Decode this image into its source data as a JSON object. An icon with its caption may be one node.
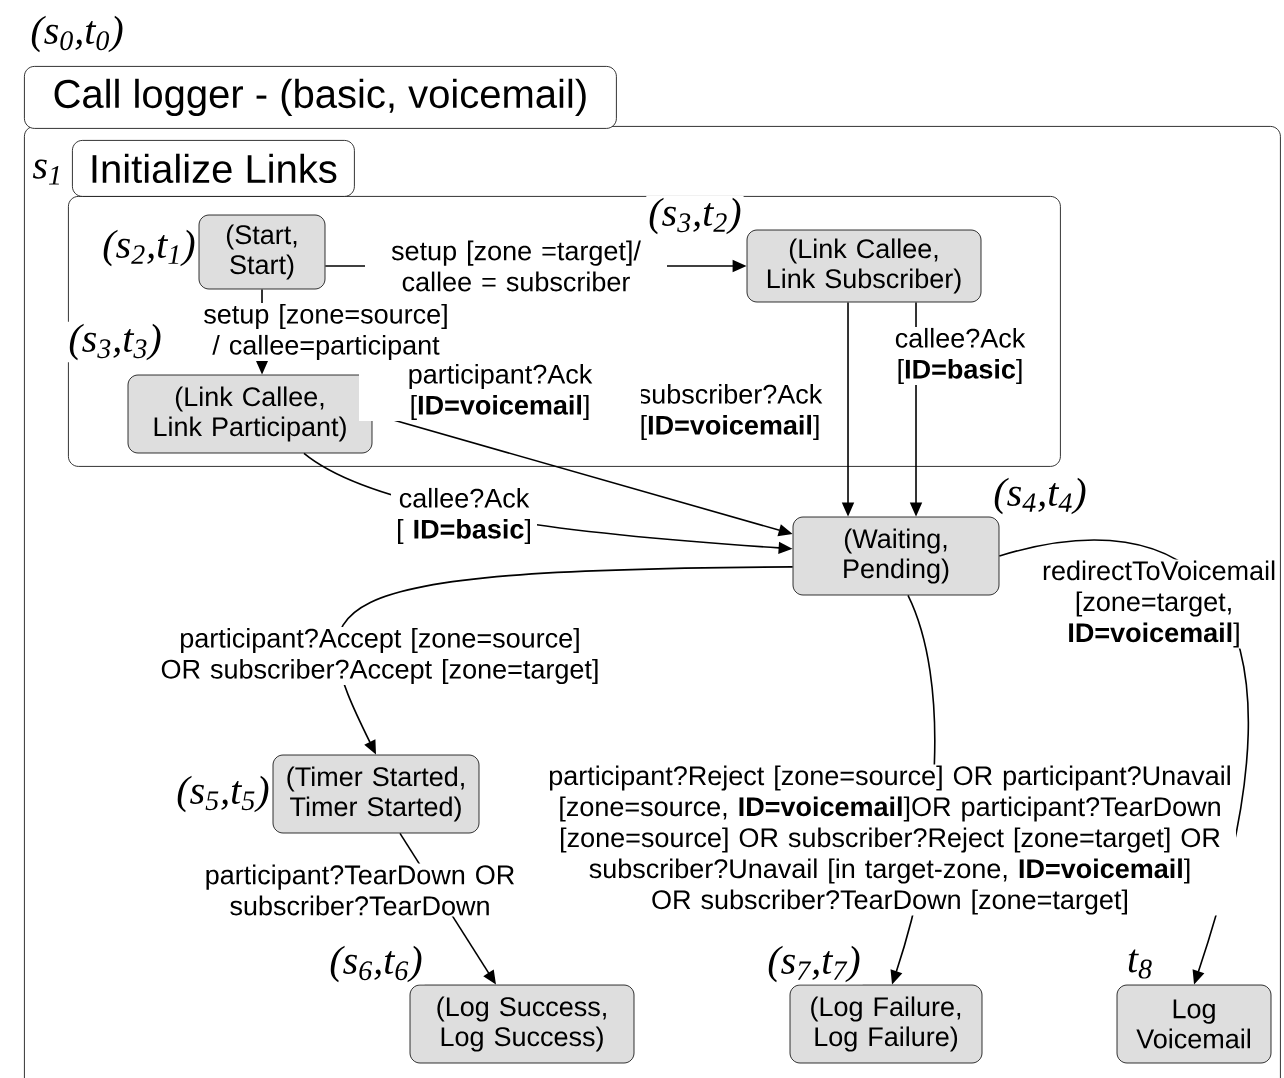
{
  "diagram": {
    "nodes": [
      {
        "text": [
          "Call logger - (basic, voicemail)"
        ],
        "beside": [
          "(s$_{0}$,t$_{0}$)"
        ]
      },
      {
        "text": [
          "Initialize Links"
        ],
        "in": 0,
        "beside": [
          "s$_{1}$"
        ]
      },
      {
        "text": [
          "(Start, Start)"
        ],
        "in": 1,
        "beside": [
          "(s$_{2}$,t$_{1}$)"
        ]
      },
      {
        "text": [
          "(Link Callee, Link Subscriber)"
        ],
        "in": 1,
        "beside": [
          "(s$_{3}$,t$_{2}$)"
        ]
      },
      {
        "text": [
          "(Link Callee, Link Participant)"
        ],
        "in": 1,
        "beside": [
          "(s$_{3}$,t$_{3}$)"
        ]
      },
      {
        "text": [
          "(Waiting, Pending)"
        ],
        "in": 0,
        "beside": [
          "(s$_{4}$,t$_{4}$)"
        ]
      },
      {
        "text": [
          "(Timer Started, Timer Started)"
        ],
        "in": 0,
        "beside": [
          "(s$_{5}$,t$_{5}$)"
        ]
      },
      {
        "text": [
          "(Log Success, Log Success)"
        ],
        "in": 0,
        "beside": [
          "(s$_{6}$,t$_{6}$)"
        ]
      },
      {
        "text": [
          "(Log Failure, Log Failure)"
        ],
        "in": 0,
        "beside": [
          "(s$_{7}$,t$_{7}$)"
        ]
      },
      {
        "text": [
          "Log Voicemail"
        ],
        "in": 0,
        "beside": [
          "t$_{8}$"
        ]
      }
    ],
    "edges": [
      {
        "from": 2,
        "to": 3,
        "arrow": "to",
        "label": "setup [zone =target]/ callee = subscriber"
      },
      {
        "from": 2,
        "to": 4,
        "arrow": "to",
        "label": "setup [zone=source] / callee=participant"
      },
      {
        "from": 3,
        "to": 5,
        "arrow": "to",
        "label": "subscriber?Ack [**ID=voicemail**]"
      },
      {
        "from": 3,
        "to": 5,
        "arrow": "to",
        "label": "callee?Ack [**ID=basic**]"
      },
      {
        "from": 4,
        "to": 5,
        "arrow": "to",
        "label": "participant?Ack [**ID=voicemail**]"
      },
      {
        "from": 4,
        "to": 5,
        "arrow": "to",
        "label": "callee?Ack [ **ID=basic**]"
      },
      {
        "from": 5,
        "to": 6,
        "arrow": "to",
        "label": "participant?Accept [zone=source] OR subscriber?Accept [zone=target]"
      },
      {
        "from": 5,
        "to": 8,
        "arrow": "to",
        "label": "participant?Reject [zone=source] OR participant?Unavail [zone=source, **ID=voicemail**]OR participant?TearDown [zone=source] OR subscriber?Reject [zone=target] OR subscriber?Unavail [in target-zone, **ID=voicemail**] OR subscriber?TearDown [zone=target]"
      },
      {
        "from": 5,
        "to": 9,
        "arrow": "to",
        "label": "redirectToVoicemail [zone=target, **ID=voicemail**]"
      },
      {
        "from": 6,
        "to": 7,
        "arrow": "to",
        "label": "participant?TearDown OR subscriber?TearDown"
      }
    ]
  }
}
